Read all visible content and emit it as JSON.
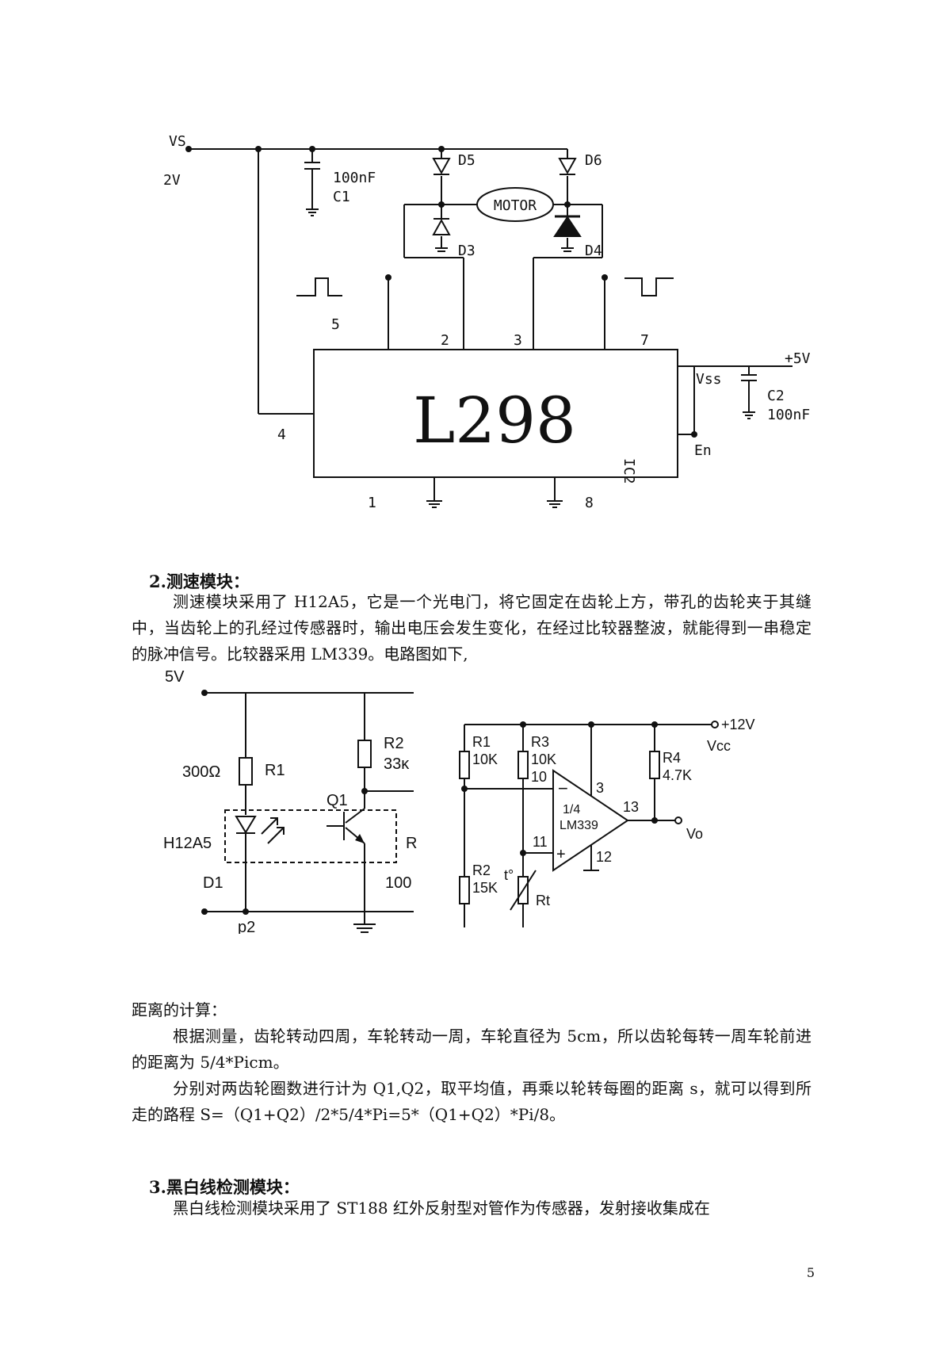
{
  "l298_circuit": {
    "labels": {
      "vs": "VS",
      "v12": "2V",
      "c1_value": "100nF",
      "c1": "C1",
      "d5": "D5",
      "d6": "D6",
      "motor": "MOTOR",
      "d3": "D3",
      "d4": "D4",
      "pin5": "5",
      "pin2": "2",
      "pin3": "3",
      "pin7": "7",
      "pin4": "4",
      "pin1": "1",
      "pin8": "8",
      "chip": "L298",
      "ic2": "IC2",
      "plus5v": "+5V",
      "vss": "Vss",
      "c2": "C2",
      "c2_value": "100nF",
      "en": "En"
    }
  },
  "section2": {
    "heading": "2.测速模块：",
    "paragraph": "测速模块采用了 H12A5，它是一个光电门，将它固定在齿轮上方，带孔的齿轮夹于其缝中，当齿轮上的孔经过传感器时，输出电压会发生变化，在经过比较器整波，就能得到一串稳定的脉冲信号。比较器采用 LM339。电路图如下,"
  },
  "sensor_circuit": {
    "labels": {
      "v5": "5V",
      "r1_value": "300Ω",
      "r1": "R1",
      "r2": "R2",
      "r2_value": "33κ",
      "q1": "Q1",
      "h12a5": "H12A5",
      "d1": "D1",
      "p2": "p2",
      "r_cut": "R",
      "v100_cut": "100"
    }
  },
  "comparator_circuit": {
    "labels": {
      "vplus12": "+12V",
      "vcc": "Vcc",
      "r1": "R1",
      "r1_value": "10K",
      "r3": "R3",
      "r3_value": "10K",
      "pin10": "10",
      "pin3": "3",
      "r4": "R4",
      "r4_value": "4.7K",
      "quarter": "1/4",
      "lm339": "LM339",
      "pin13": "13",
      "vo": "Vo",
      "pin11": "11",
      "pin12": "12",
      "r2": "R2",
      "r2_value": "15K",
      "t": "t°",
      "rt": "Rt",
      "minus": "−",
      "plus": "+"
    }
  },
  "distance": {
    "heading": "距离的计算：",
    "para1": "根据测量，齿轮转动四周，车轮转动一周，车轮直径为 5cm，所以齿轮每转一周车轮前进的距离为 5/4*Picm。",
    "para2": "分别对两齿轮圈数进行计为 Q1,Q2，取平均值，再乘以轮转每圈的距离 s，就可以得到所走的路程 S=（Q1+Q2）/2*5/4*Pi=5*（Q1+Q2）*Pi/8。"
  },
  "section3": {
    "heading": "3.黑白线检测模块：",
    "paragraph": "黑白线检测模块采用了 ST188 红外反射型对管作为传感器，发射接收集成在"
  },
  "page_number": "5"
}
